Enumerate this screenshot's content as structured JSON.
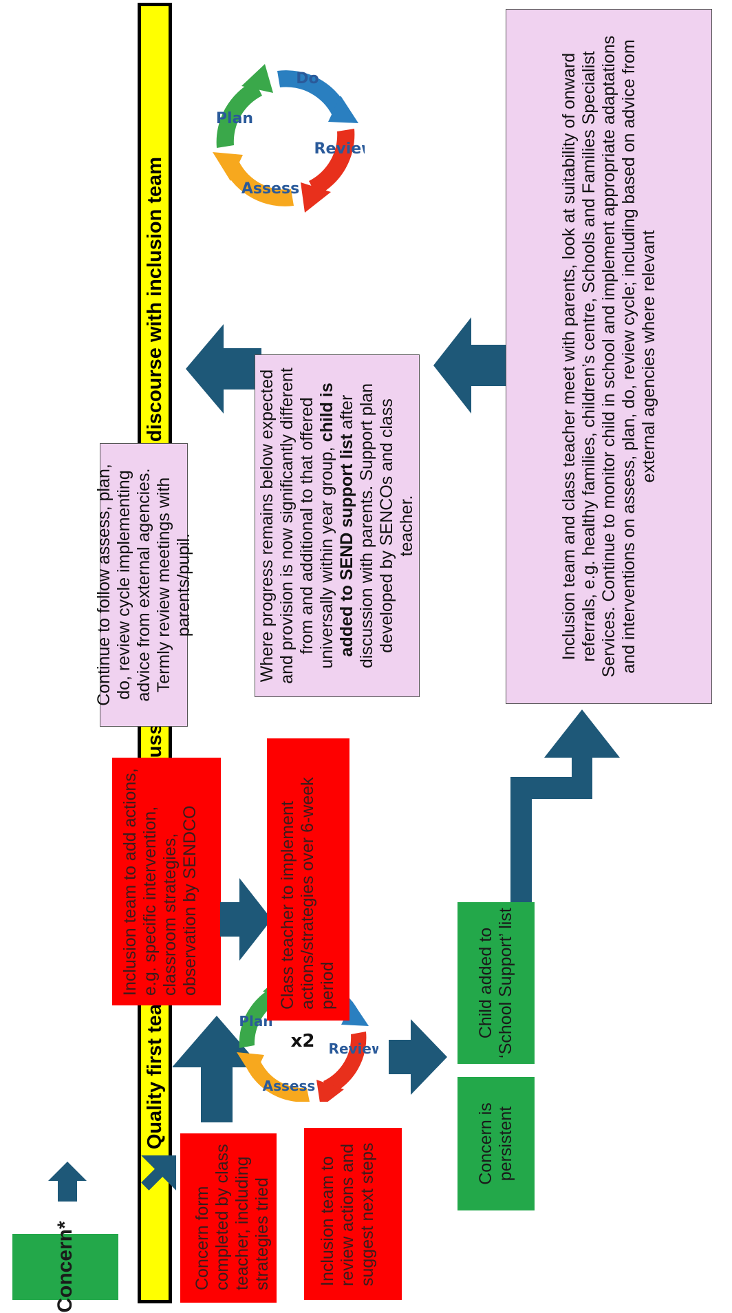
{
  "concern": {
    "label": "Concern*",
    "color": "#23a84a"
  },
  "banner": {
    "text": "Quality first teaching; check history; discussion with parents; monitoring; discourse with inclusion team",
    "background": "#ffff00"
  },
  "red_boxes": [
    {
      "text": "Concern form completed by class teacher, including strategies tried"
    },
    {
      "text": "Inclusion team to review actions and suggest next steps"
    },
    {
      "text": "Inclusion team to add actions, e.g. specific intervention, classroom strategies, observation by SENDCO"
    },
    {
      "text": "Class teacher to implement actions/strategies over 6-week period"
    }
  ],
  "green_boxes": [
    {
      "text": "Concern is persistent"
    },
    {
      "text": "Child added to ‘School Support’ list"
    }
  ],
  "pink_boxes": {
    "continue": "Continue to follow assess, plan, do, review cycle implementing advice from external agencies. Termly review meetings with parents/pupil.",
    "send_pre": "Where progress remains below expected and provision is now significantly different from and additional to that offered universally within year group,",
    "send_bold": "child is added to SEND support list",
    "send_post": "after discussion with parents. Support plan developed by SENCOs and class teacher.",
    "inclusion": "Inclusion team and class teacher meet with parents, look at suitability of onward referrals, e.g. healthy families, children’s centre, Schools and Families Specialist Services. Continue to monitor child in school and implement appropriate adaptations and interventions on assess, plan, do, review cycle; including based on advice from external agencies where relevant"
  },
  "cycle": {
    "labels": [
      "Plan",
      "Do",
      "Review",
      "Assess"
    ],
    "multiplier": "x2",
    "colors": [
      "#3aa84a",
      "#2a7fc0",
      "#e8301c",
      "#f7a81e"
    ]
  },
  "colors": {
    "red": "#fe0000",
    "pink": "#f0d2f0",
    "arrow": "#1e5878"
  }
}
